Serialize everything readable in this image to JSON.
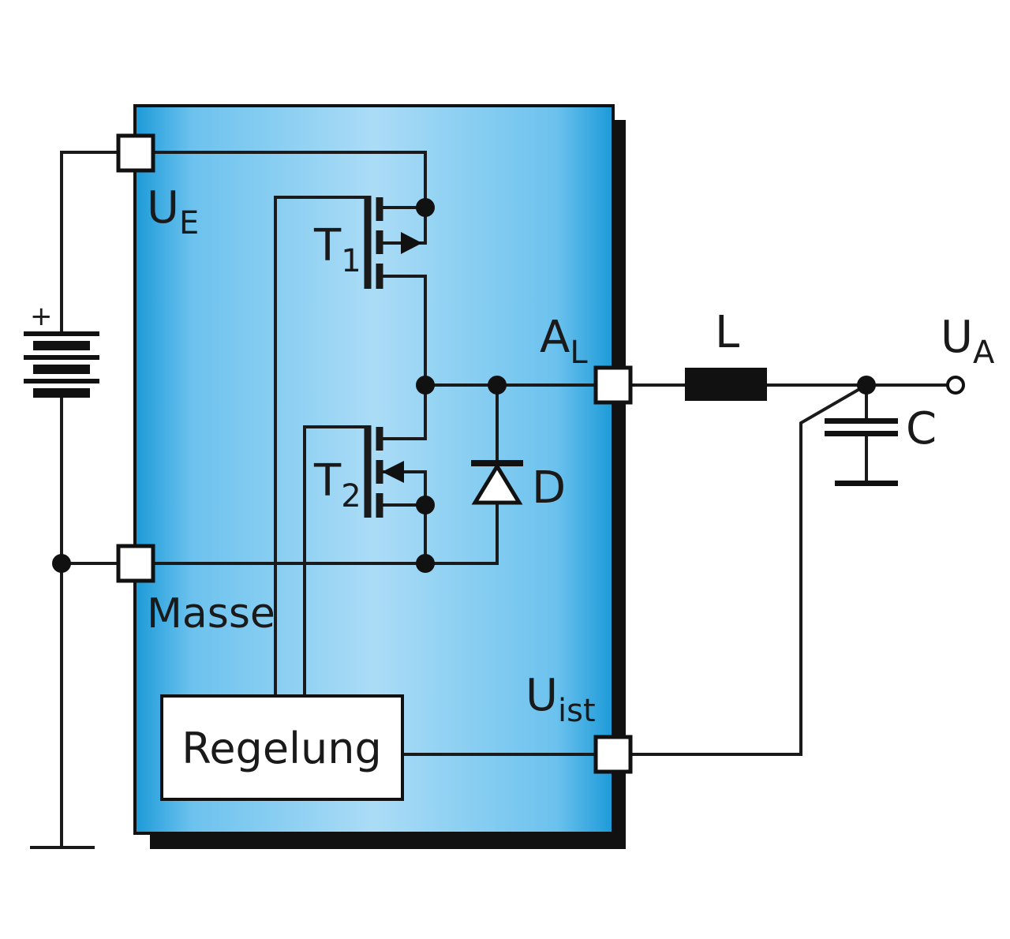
{
  "labels": {
    "ue": {
      "main": "U",
      "sub": "E"
    },
    "t1": {
      "main": "T",
      "sub": "1"
    },
    "t2": {
      "main": "T",
      "sub": "2"
    },
    "al": {
      "main": "A",
      "sub": "L"
    },
    "l": "L",
    "ua": {
      "main": "U",
      "sub": "A"
    },
    "c": "C",
    "d": "D",
    "masse": "Masse",
    "uist": {
      "main": "U",
      "sub": "ist"
    },
    "regelung": "Regelung",
    "plus": "+"
  },
  "colors": {
    "box_edge": "#1c9ad8",
    "box_center": "#a9dcf6",
    "line": "#1a1a1a"
  }
}
